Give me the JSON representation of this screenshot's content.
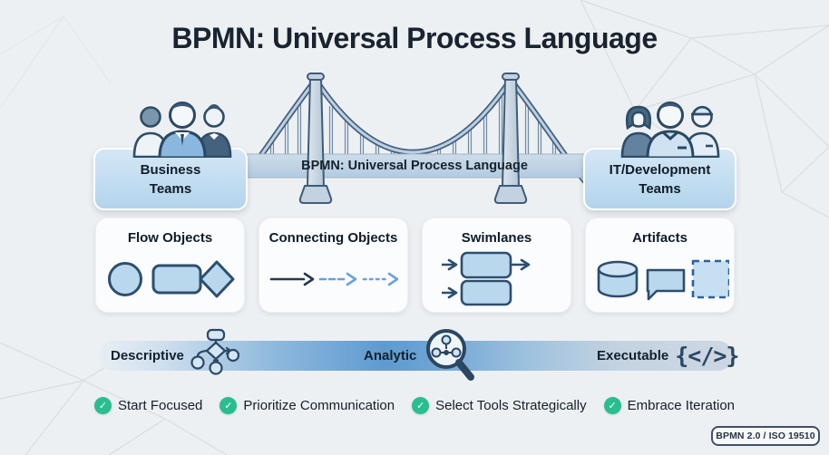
{
  "title": "BPMN: Universal Process Language",
  "bridge": {
    "banner": "BPMN: Universal Process Language",
    "left_team": {
      "label": "Business\nTeams",
      "icon": "business-team-icon"
    },
    "right_team": {
      "label": "IT/Development\nTeams",
      "icon": "it-team-icon"
    }
  },
  "cards": [
    {
      "title": "Flow Objects",
      "icons": [
        "event-circle",
        "task-rounded-rectangle",
        "gateway-diamond"
      ]
    },
    {
      "title": "Connecting Objects",
      "icons": [
        "sequence-flow-solid-arrow",
        "message-flow-dashed-arrow",
        "association-dotted-arrow"
      ]
    },
    {
      "title": "Swimlanes",
      "icons": [
        "lane-with-in-out-arrows",
        "lane-with-in-arrow"
      ]
    },
    {
      "title": "Artifacts",
      "icons": [
        "data-store-cylinder",
        "text-annotation-bubble",
        "group-dashed-box"
      ]
    }
  ],
  "maturity_bar": {
    "levels": [
      {
        "label": "Descriptive",
        "icon": "flowchart-icon"
      },
      {
        "label": "Analytic",
        "icon": "magnifier-icon"
      },
      {
        "label": "Executable",
        "icon": "code-braces-icon",
        "icon_text": "{</>}"
      }
    ]
  },
  "tips": [
    {
      "label": "Start Focused",
      "icon": "check-circle-icon"
    },
    {
      "label": "Prioritize Communication",
      "icon": "check-circle-icon"
    },
    {
      "label": "Select Tools Strategically",
      "icon": "check-circle-icon"
    },
    {
      "label": "Embrace Iteration",
      "icon": "check-circle-icon"
    }
  ],
  "badge": {
    "label": "BPMN 2.0 / ISO 19510"
  },
  "colors": {
    "background": "#edf0f3",
    "title_text": "#1a2330",
    "accent_blue": "#5f9bd0",
    "shape_fill": "#b9d8ee",
    "shape_stroke": "#2d4e6e",
    "team_box_fill": "#bcdcf2",
    "check_green": "#29bd91",
    "badge_border": "#3e5166"
  }
}
